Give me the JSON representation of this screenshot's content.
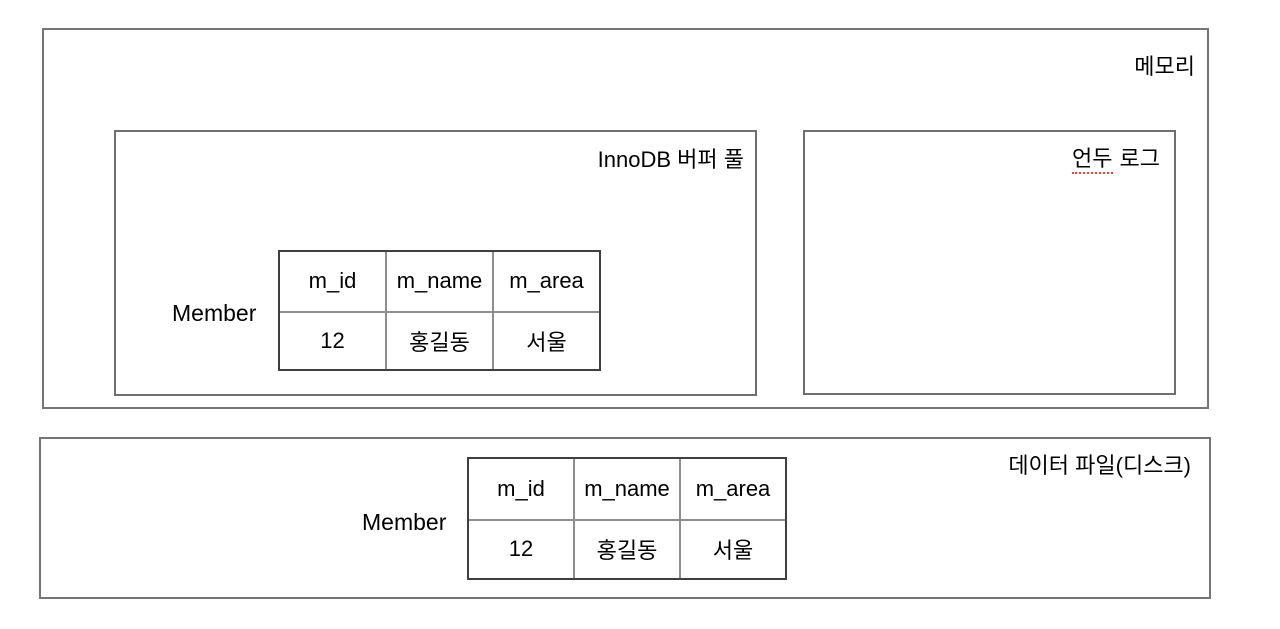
{
  "colors": {
    "background": "#ffffff",
    "box_border": "#757575",
    "table_outer_border": "#3f3f3f",
    "table_inner_border": "#8e8e8e",
    "text": "#000000",
    "spellcheck_underline": "#ff3b30"
  },
  "memory": {
    "label": "메모리"
  },
  "buffer_pool": {
    "label": "InnoDB 버퍼 풀",
    "table": {
      "name": "Member",
      "headers": [
        "m_id",
        "m_name",
        "m_area"
      ],
      "rows": [
        [
          "12",
          "홍길동",
          "서울"
        ]
      ]
    }
  },
  "undo_log": {
    "label_word1": "언두",
    "label_word2": "로그"
  },
  "disk": {
    "label": "데이터 파일(디스크)",
    "table": {
      "name": "Member",
      "headers": [
        "m_id",
        "m_name",
        "m_area"
      ],
      "rows": [
        [
          "12",
          "홍길동",
          "서울"
        ]
      ]
    }
  }
}
